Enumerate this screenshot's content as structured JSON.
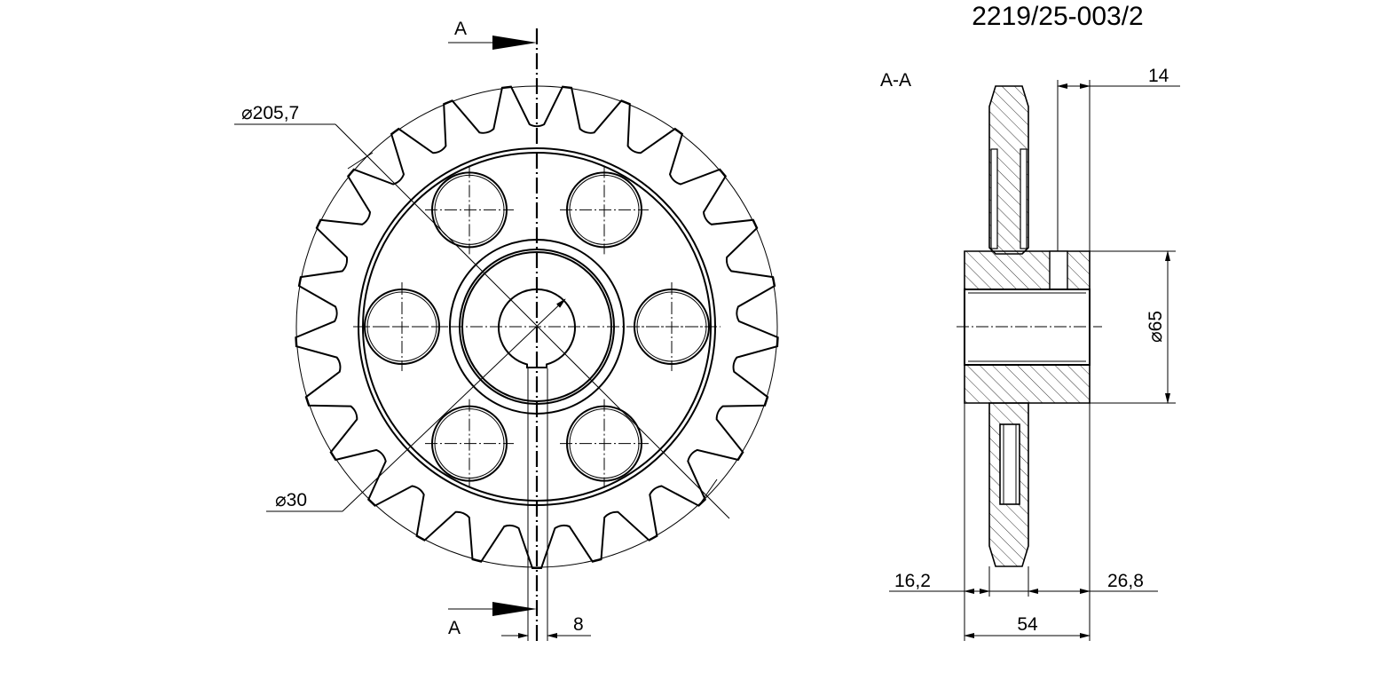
{
  "drawing_number": "2219/25-003/2",
  "front_view": {
    "teeth_count": 25,
    "bolt_hole_count": 6,
    "section_marker_top": "A",
    "section_marker_bottom": "A",
    "dim_outer_diameter": "205,7",
    "dim_bore": "30",
    "dim_keyway_width": "8"
  },
  "section_view": {
    "label": "A-A",
    "dim_top_offset": "14",
    "dim_hub_diameter": "65",
    "dim_left_offset": "16,2",
    "dim_right_offset": "26,8",
    "dim_total_width": "54"
  },
  "symbols": {
    "diameter": "⌀"
  }
}
